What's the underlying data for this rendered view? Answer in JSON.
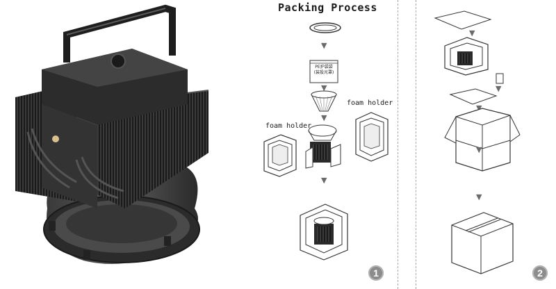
{
  "title": "Packing Process",
  "labels": {
    "foam_holder_left": "foam holder",
    "foam_holder_right": "foam holder",
    "pouch_text": "PE护袋袋\n(装投光罩)"
  },
  "steps": [
    "1",
    "2"
  ],
  "colors": {
    "lamp_body": "#2f2f2f",
    "fin": "#1c1c1c",
    "line": "#333333",
    "arrow": "#6b6b6b",
    "step_badge": "#8c8c8c"
  }
}
